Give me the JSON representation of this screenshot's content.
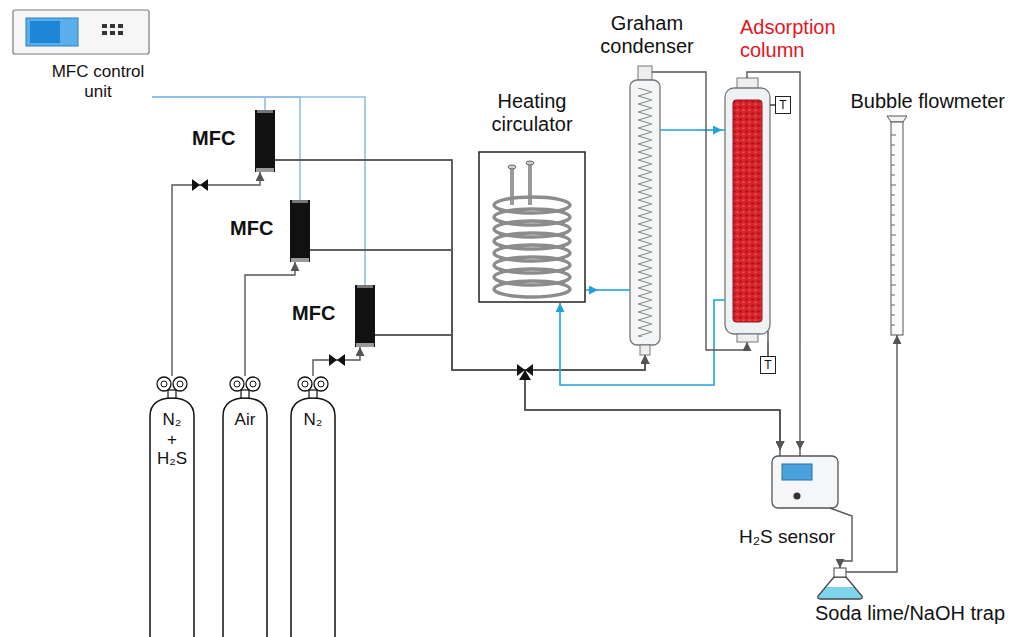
{
  "diagram": {
    "nodes": [
      {
        "text": [
          "MFC control unit"
        ]
      },
      {
        "text": [
          "MFC"
        ]
      },
      {
        "text": [
          "MFC"
        ]
      },
      {
        "text": [
          "MFC"
        ]
      },
      {
        "text": [
          "N₂ + H₂S"
        ]
      },
      {
        "text": [
          "Air"
        ]
      },
      {
        "text": [
          "N₂"
        ]
      },
      {
        "text": [
          "Heating circulator"
        ]
      },
      {
        "text": [
          "Graham condenser"
        ]
      },
      {
        "text": [
          "Adsorption column"
        ]
      },
      {
        "text": [
          "T"
        ],
        "in": 9
      },
      {
        "text": [
          "T"
        ]
      },
      {
        "text": [
          "Bubble flowmeter"
        ]
      },
      {
        "text": [
          "H₂S sensor"
        ]
      },
      {
        "text": [
          "Soda lime/NaOH trap"
        ]
      }
    ],
    "edges": [
      {
        "from": 4,
        "to": 1,
        "arrow": "to"
      },
      {
        "from": 5,
        "to": 2,
        "arrow": "to"
      },
      {
        "from": 6,
        "to": 3,
        "arrow": "to"
      },
      {
        "from": 0,
        "to": 1,
        "arrow": "none"
      },
      {
        "from": 0,
        "to": 2,
        "arrow": "none"
      },
      {
        "from": 0,
        "to": 3,
        "arrow": "none"
      },
      {
        "from": 1,
        "to": 8,
        "arrow": "to"
      },
      {
        "from": 2,
        "to": 8,
        "arrow": "to"
      },
      {
        "from": 3,
        "to": 8,
        "arrow": "to"
      },
      {
        "from": 1,
        "to": 13,
        "arrow": "to"
      },
      {
        "from": 2,
        "to": 13,
        "arrow": "to"
      },
      {
        "from": 3,
        "to": 13,
        "arrow": "to"
      },
      {
        "from": 7,
        "to": 8,
        "arrow": "to"
      },
      {
        "from": 8,
        "to": 9,
        "arrow": "to"
      },
      {
        "from": 9,
        "to": 7,
        "arrow": "to"
      },
      {
        "from": 8,
        "to": 9,
        "arrow": "to"
      },
      {
        "from": 11,
        "to": 9,
        "arrow": "none"
      },
      {
        "from": 9,
        "to": 13,
        "arrow": "to"
      },
      {
        "from": 13,
        "to": 14,
        "arrow": "to"
      },
      {
        "from": 14,
        "to": 12,
        "arrow": "to"
      }
    ]
  }
}
